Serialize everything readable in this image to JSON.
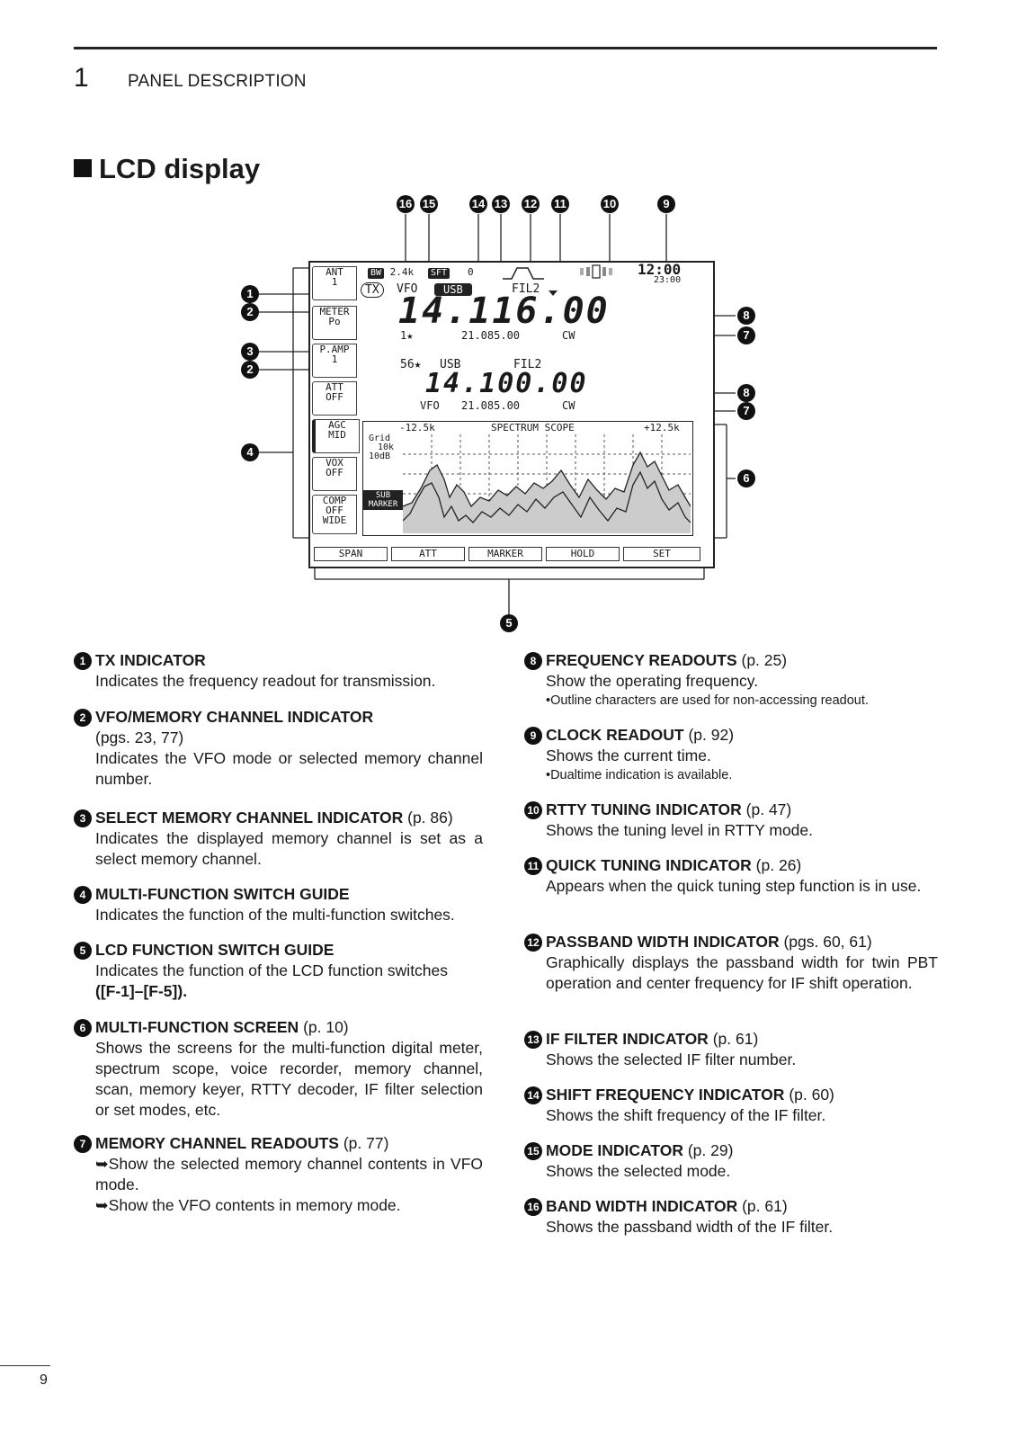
{
  "header": {
    "chapter_number": "1",
    "chapter_title": "PANEL DESCRIPTION"
  },
  "section_title": "LCD display",
  "callouts": {
    "n1": "1",
    "n2": "2",
    "n3": "3",
    "n4": "4",
    "n5": "5",
    "n6": "6",
    "n7": "7",
    "n8": "8",
    "n9": "9",
    "n10": "10",
    "n11": "11",
    "n12": "12",
    "n13": "13",
    "n14": "14",
    "n15": "15",
    "n16": "16"
  },
  "lcd": {
    "side_buttons": [
      {
        "line1": "ANT",
        "line2": "1"
      },
      {
        "line1": "METER",
        "line2": "Po"
      },
      {
        "line1": "P.AMP",
        "line2": "1"
      },
      {
        "line1": "ATT",
        "line2": "OFF"
      },
      {
        "line1": "AGC",
        "line2": "MID"
      },
      {
        "line1": "VOX",
        "line2": "OFF"
      },
      {
        "line1": "COMP",
        "line2": "OFF",
        "line3": "WIDE"
      }
    ],
    "bw_tag": "BW",
    "bw_value": "2.4k",
    "sft_tag": "SFT",
    "sft_value": "0",
    "clock": "12:00",
    "clock_sub": "23:00",
    "tx": "TX",
    "vfo": "VFO",
    "mode_main": "USB",
    "fil_main": "FIL2",
    "freq_main": "14.116.00",
    "mem_main": "1★",
    "sub_freq_main": "21.085.00",
    "sub_mode_main": "CW",
    "mem_sub": "56★",
    "mode_sub": "USB",
    "fil_sub": "FIL2",
    "freq_sub": "14.100.00",
    "vfo_sub": "VFO",
    "sub_freq_sub": "21.085.00",
    "sub_mode_sub": "CW",
    "scope": {
      "left": "-12.5k",
      "title": "SPECTRUM SCOPE",
      "right": "+12.5k",
      "grid_l1": "Grid",
      "grid_l2": "10k",
      "grid_l3": "10dB",
      "sub_l1": "SUB",
      "sub_l2": "MARKER"
    },
    "function_keys": [
      "SPAN",
      "ATT",
      "MARKER",
      "HOLD",
      "SET"
    ]
  },
  "entries": {
    "e1": {
      "num": "1",
      "head": "TX INDICATOR",
      "text": "Indicates the frequency readout for transmission."
    },
    "e2": {
      "num": "2",
      "head": "VFO/MEMORY CHANNEL INDICATOR",
      "ref": "(pgs. 23, 77)",
      "text": "Indicates the VFO mode or selected memory channel number."
    },
    "e3": {
      "num": "3",
      "head": "SELECT MEMORY CHANNEL INDICATOR",
      "ref": "(p. 86)",
      "text": "Indicates the displayed memory channel is set as a select memory channel."
    },
    "e4": {
      "num": "4",
      "head": "MULTI-FUNCTION SWITCH GUIDE",
      "text": "Indicates the function of the multi-function switches."
    },
    "e5": {
      "num": "5",
      "head": "LCD FUNCTION SWITCH GUIDE",
      "text": "Indicates the function of the LCD function switches",
      "keys": "([F-1]–[F-5])."
    },
    "e6": {
      "num": "6",
      "head": "MULTI-FUNCTION SCREEN",
      "ref": "(p. 10)",
      "text": "Shows the screens for the multi-function digital meter, spectrum scope, voice recorder, memory channel, scan, memory keyer, RTTY decoder, IF filter selection or set modes, etc."
    },
    "e7": {
      "num": "7",
      "head": "MEMORY CHANNEL READOUTS",
      "ref": "(p. 77)",
      "b1": "➥Show the selected memory channel contents in VFO mode.",
      "b2": "➥Show the VFO contents in memory mode."
    },
    "e8": {
      "num": "8",
      "head": "FREQUENCY READOUTS",
      "ref": "(p. 25)",
      "text": "Show the operating frequency.",
      "note": "•Outline characters are used for non-accessing readout."
    },
    "e9": {
      "num": "9",
      "head": "CLOCK READOUT",
      "ref": "(p. 92)",
      "text": "Shows the current time.",
      "note": "•Dualtime indication is available."
    },
    "e10": {
      "num": "10",
      "head": "RTTY TUNING INDICATOR",
      "ref": "(p. 47)",
      "text": "Shows the tuning level in RTTY mode."
    },
    "e11": {
      "num": "11",
      "head": "QUICK TUNING INDICATOR",
      "ref": "(p. 26)",
      "text": "Appears when the quick tuning step function is in use."
    },
    "e12": {
      "num": "12",
      "head": "PASSBAND WIDTH INDICATOR",
      "ref": "(pgs. 60, 61)",
      "text": "Graphically displays the passband width for twin PBT operation and center frequency for IF shift operation."
    },
    "e13": {
      "num": "13",
      "head": "IF FILTER INDICATOR",
      "ref": "(p. 61)",
      "text": "Shows the selected IF filter number."
    },
    "e14": {
      "num": "14",
      "head": "SHIFT FREQUENCY INDICATOR",
      "ref": "(p. 60)",
      "text": "Shows the shift frequency of the IF filter."
    },
    "e15": {
      "num": "15",
      "head": "MODE INDICATOR",
      "ref": "(p. 29)",
      "text": "Shows the selected mode."
    },
    "e16": {
      "num": "16",
      "head": "BAND WIDTH INDICATOR",
      "ref": "(p. 61)",
      "text": "Shows the passband width of the IF filter."
    }
  },
  "page_number": "9"
}
